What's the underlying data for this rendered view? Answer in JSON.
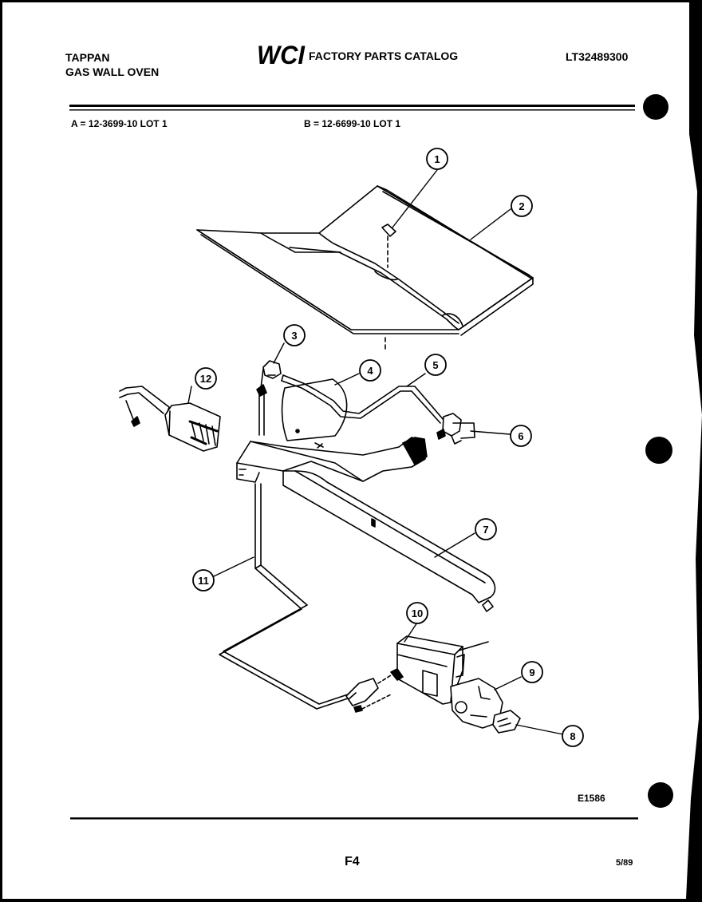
{
  "header": {
    "brand": "TAPPAN",
    "product": "GAS WALL OVEN",
    "logo_text": "WCI",
    "catalog_title": "FACTORY PARTS CATALOG",
    "model_number": "LT32489300"
  },
  "lots": {
    "a": "A = 12-3699-10 LOT 1",
    "b": "B = 12-6699-10 LOT 1"
  },
  "callouts": [
    "1",
    "2",
    "3",
    "4",
    "5",
    "6",
    "7",
    "8",
    "9",
    "10",
    "11",
    "12"
  ],
  "footer": {
    "diagram_code": "E1586",
    "page_number": "F4",
    "date": "5/89"
  }
}
